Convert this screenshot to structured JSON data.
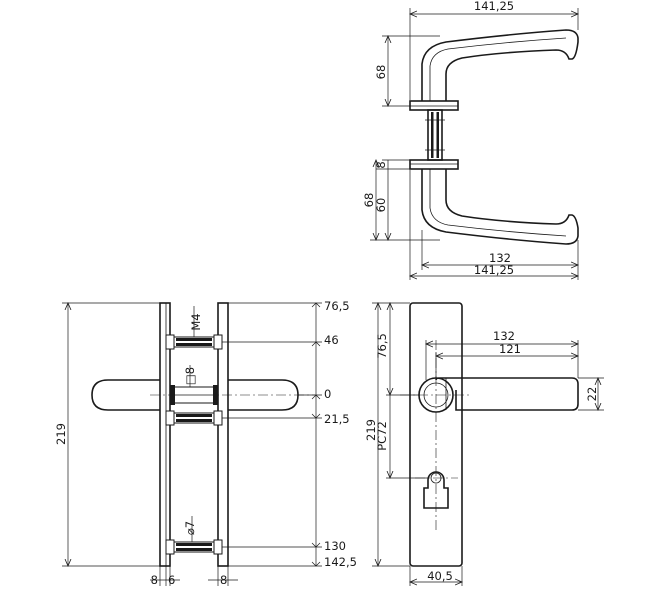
{
  "top_view": {
    "dim_top_width": "141,25",
    "dim_handle_height_top": "68",
    "dim_rose_8": "8",
    "dim_handle_height_bottom": "68",
    "dim_inner_60": "60",
    "dim_lever_132": "132",
    "dim_total_141": "141,25"
  },
  "side_view": {
    "dim_total_height": "219",
    "dim_thread": "M4",
    "dim_square": "□8",
    "dim_dia": "⌀7",
    "dim_plate_8a": "8",
    "dim_plate_6": "6",
    "dim_plate_8b": "8",
    "levels": [
      "76,5",
      "46",
      "0",
      "21,5",
      "130",
      "142,5"
    ]
  },
  "front_view": {
    "dim_total_height": "219",
    "dim_pc": "PC72",
    "dim_76": "76,5",
    "dim_132": "132",
    "dim_121": "121",
    "dim_22": "22",
    "dim_width": "40,5"
  }
}
